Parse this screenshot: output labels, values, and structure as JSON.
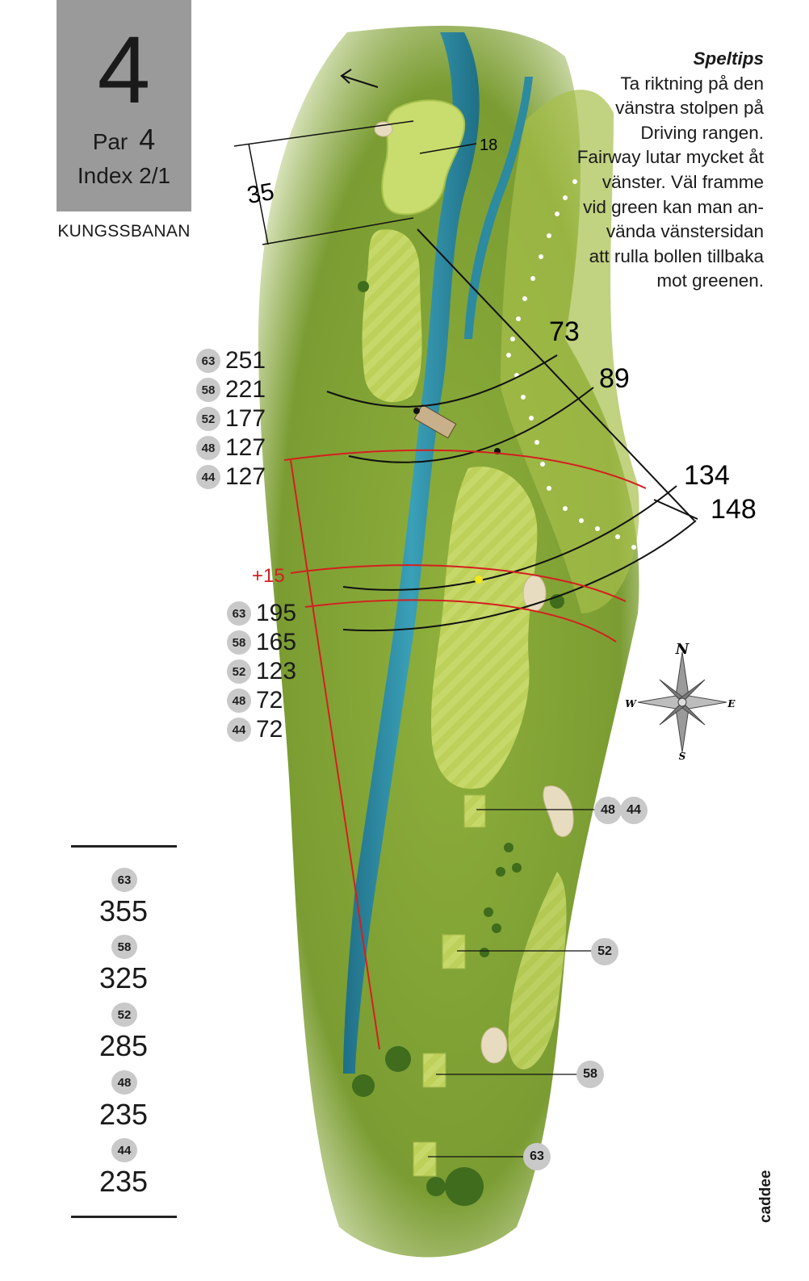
{
  "hole": {
    "number": "4",
    "par_label": "Par",
    "par_value": "4",
    "index": "Index 2/1",
    "course": "KUNGSSBANAN"
  },
  "tips": {
    "title": "Speltips",
    "lines": [
      "Ta riktning på den",
      "vänstra stolpen på",
      "Driving rangen.",
      "Fairway lutar mycket åt",
      "vänster. Väl framme",
      "vid green kan man an-",
      "vända vänstersidan",
      "att rulla bollen tillbaka",
      "mot greenen."
    ]
  },
  "map_labels": {
    "green_depth": "35",
    "green_marker": "18",
    "arc_73": "73",
    "arc_89": "89",
    "arc_134": "134",
    "arc_148": "148",
    "hazard_extra": "+15"
  },
  "distances_upper": [
    {
      "tee": "63",
      "value": "251"
    },
    {
      "tee": "58",
      "value": "221"
    },
    {
      "tee": "52",
      "value": "177"
    },
    {
      "tee": "48",
      "value": "127"
    },
    {
      "tee": "44",
      "value": "127"
    }
  ],
  "distances_lower": [
    {
      "tee": "63",
      "value": "195"
    },
    {
      "tee": "58",
      "value": "165"
    },
    {
      "tee": "52",
      "value": "123"
    },
    {
      "tee": "48",
      "value": "72"
    },
    {
      "tee": "44",
      "value": "72"
    }
  ],
  "totals": [
    {
      "tee": "63",
      "length": "355"
    },
    {
      "tee": "58",
      "length": "325"
    },
    {
      "tee": "52",
      "length": "285"
    },
    {
      "tee": "48",
      "length": "235"
    },
    {
      "tee": "44",
      "length": "235"
    }
  ],
  "tee_tags": {
    "t48": "48",
    "t44": "44",
    "t52": "52",
    "t58": "58",
    "t63": "63"
  },
  "compass": {
    "n": "N",
    "e": "E",
    "s": "S",
    "w": "W"
  },
  "brand": "caddee",
  "colors": {
    "header_bg": "#9a9a9a",
    "rough": "#7fa236",
    "fairway": "#b9cf55",
    "water": "#2f8fa6",
    "red_line": "#d51f1f",
    "badge": "#c9c9c9"
  }
}
